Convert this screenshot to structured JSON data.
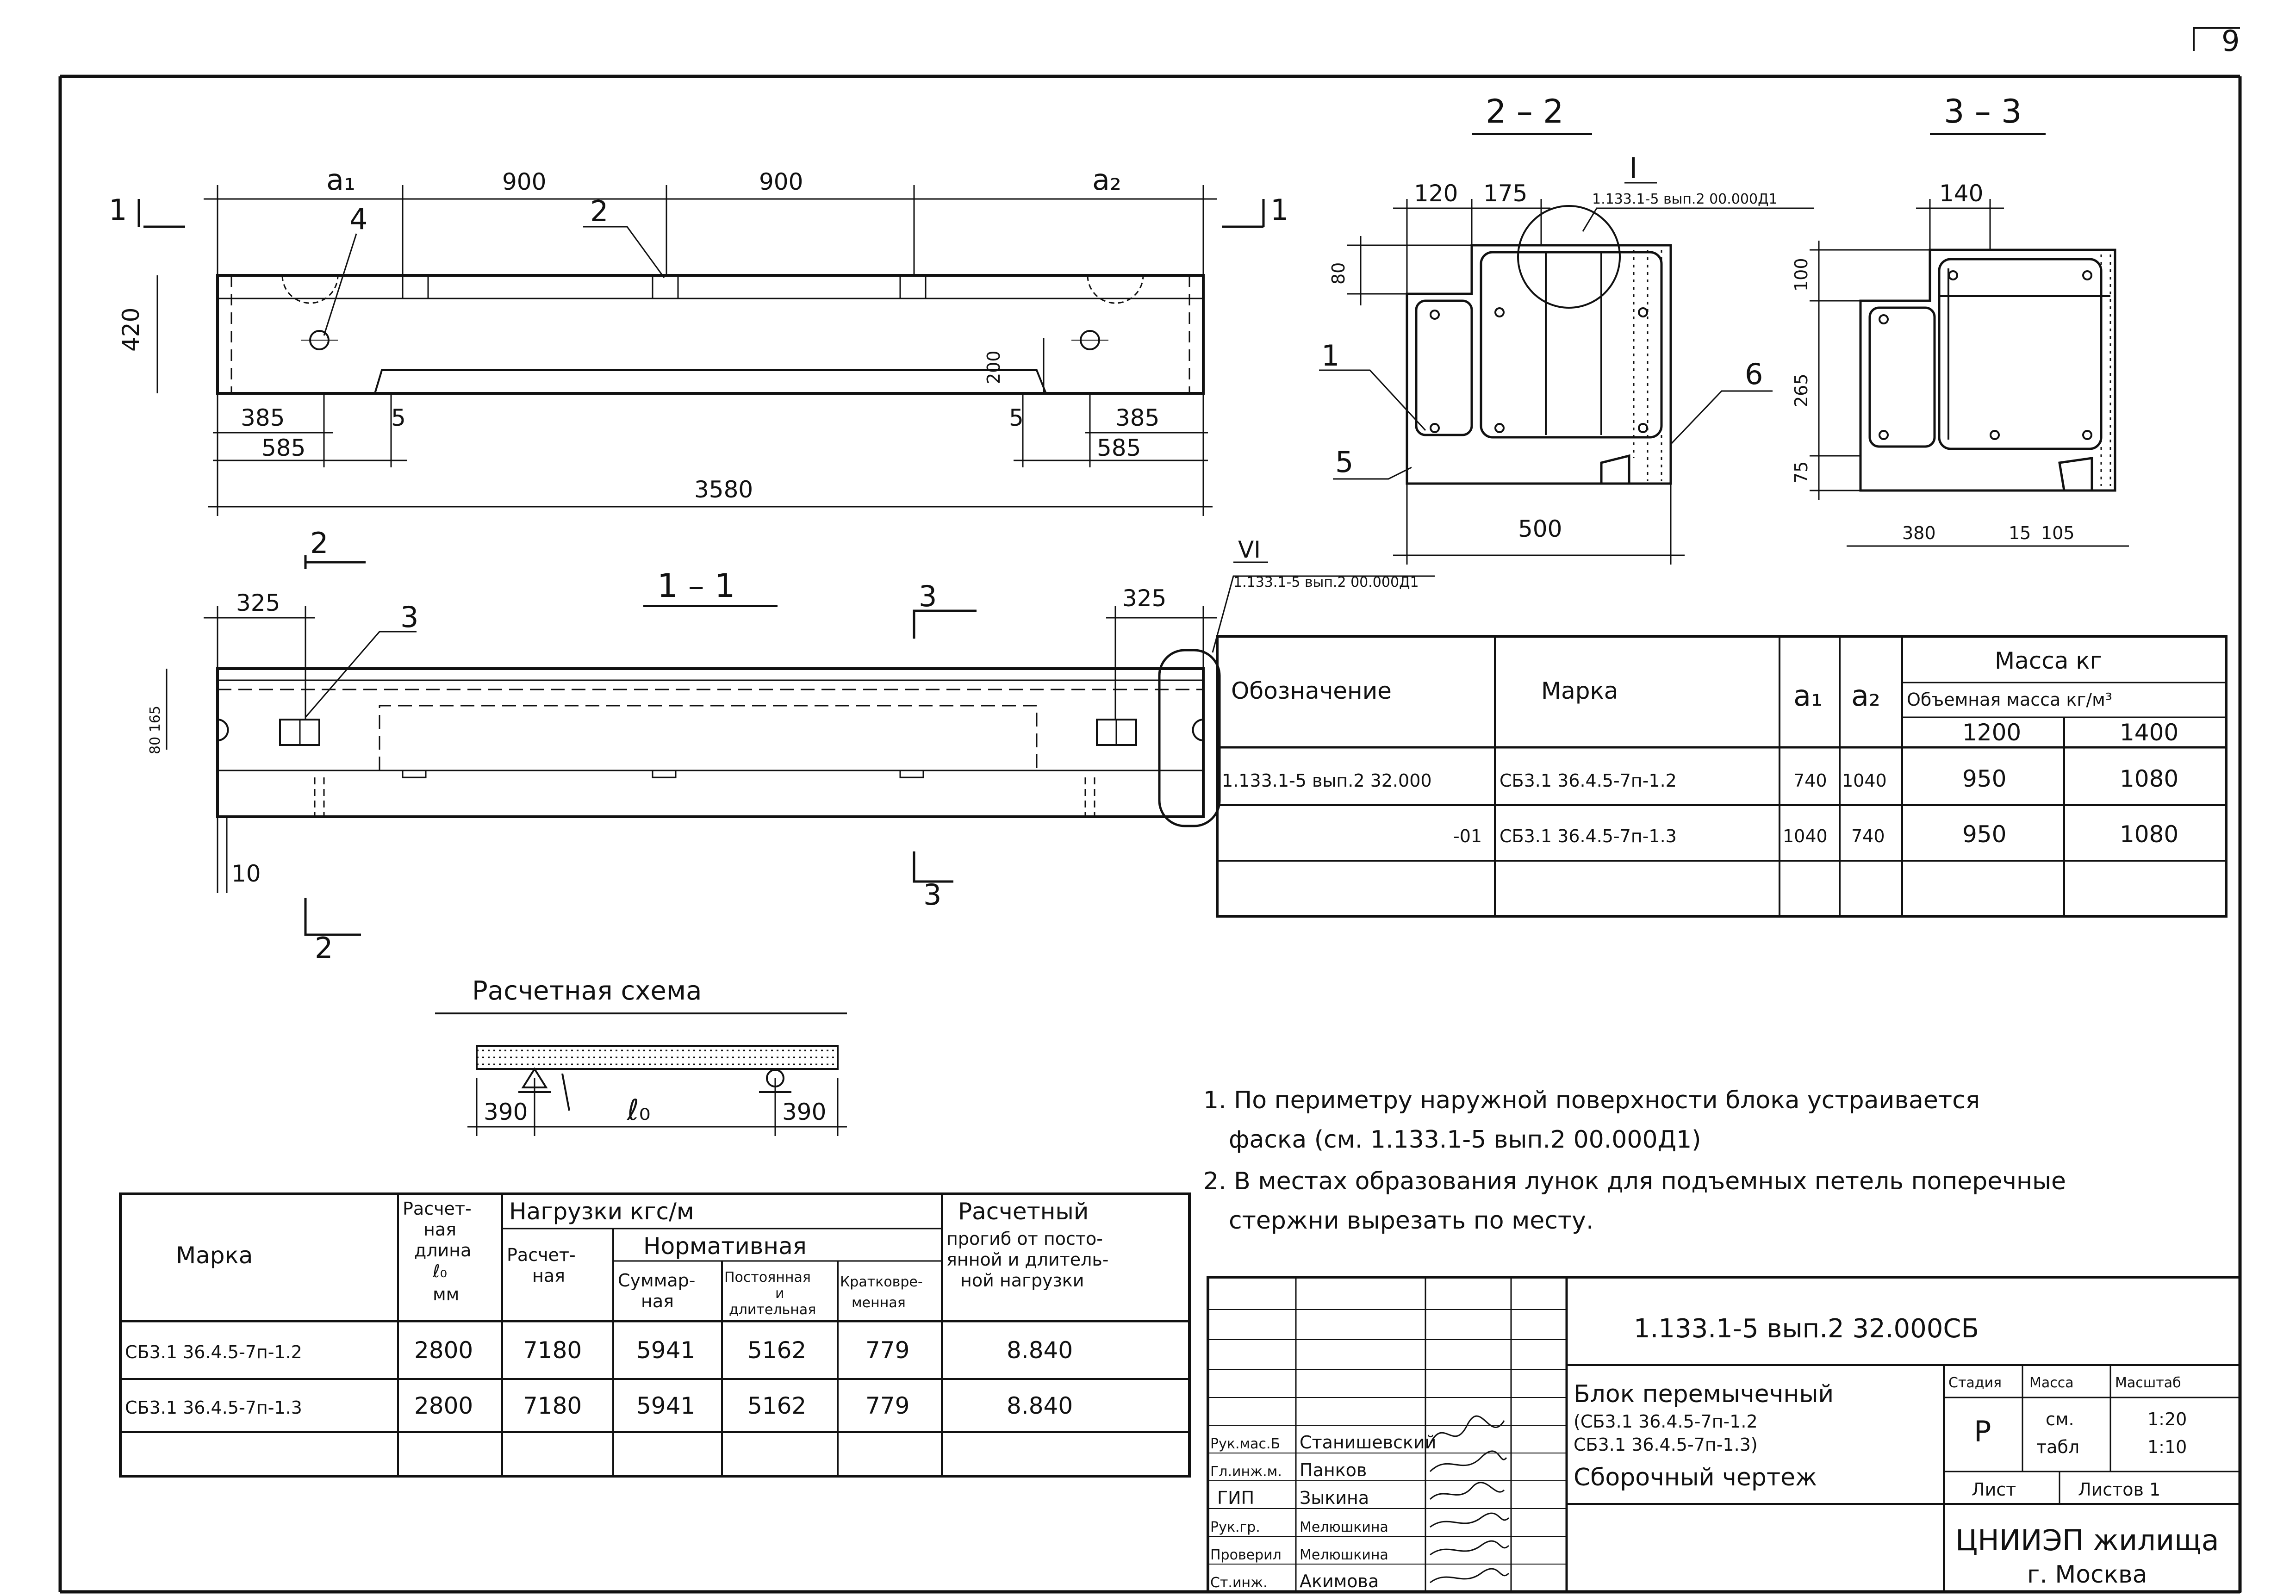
{
  "sheet_number": "9",
  "plan_view": {
    "dim_a1": "a₁",
    "dim_900_left": "900",
    "dim_900_right": "900",
    "dim_a2": "a₂",
    "dim_420": "420",
    "dim_200": "200",
    "dim_385_left": "385",
    "dim_585_left": "585",
    "dim_5_left": "5",
    "dim_5_right": "5",
    "dim_385_right": "385",
    "dim_585_right": "585",
    "dim_total": "3580",
    "cut_1_left": "1",
    "cut_1_right": "1",
    "pos_4": "4",
    "pos_2": "2"
  },
  "section_1_1": {
    "title": "1 – 1",
    "dim_325_left": "325",
    "dim_325_right": "325",
    "dim_165": "80 165",
    "dim_80": "80",
    "dim_10": "10",
    "pos_3": "3",
    "cut_2_top": "2",
    "cut_2_bottom": "2",
    "cut_3_top": "3",
    "cut_3_bottom": "3",
    "node_VI": "VI",
    "node_VI_ref": "1.133.1-5 вып.2 00.000Д1"
  },
  "section_2_2": {
    "title": "2 – 2",
    "node_I": "I",
    "node_I_ref": "1.133.1-5 вып.2 00.000Д1",
    "dim_120": "120",
    "dim_175": "175",
    "dim_80": "80",
    "dim_500": "500",
    "pos_1": "1",
    "pos_5": "5",
    "pos_6": "6"
  },
  "section_3_3": {
    "title": "3 – 3",
    "dim_140": "140",
    "dim_100": "100",
    "dim_265": "265",
    "dim_75": "75",
    "dim_380": "380",
    "dim_15": "15",
    "dim_105": "105"
  },
  "mass_table": {
    "headers": {
      "designation": "Обозначение",
      "mark": "Марка",
      "a1": "a₁",
      "a2": "a₂",
      "mass": "Масса  кг",
      "density": "Объемная масса кг/м³",
      "d1200": "1200",
      "d1400": "1400"
    },
    "rows": [
      {
        "designation": "1.133.1-5 вып.2 32.000",
        "mark": "СБ3.1 36.4.5-7п-1.2",
        "a1": "740",
        "a2": "1040",
        "m1200": "950",
        "m1400": "1080"
      },
      {
        "designation": "-01",
        "mark": "СБ3.1 36.4.5-7п-1.3",
        "a1": "1040",
        "a2": "740",
        "m1200": "950",
        "m1400": "1080"
      }
    ]
  },
  "scheme": {
    "title": "Расчетная схема",
    "dim_390_left": "390",
    "span": "ℓ₀",
    "dim_390_right": "390"
  },
  "load_table": {
    "headers": {
      "mark": "Марка",
      "length_l1": "Расчет-",
      "length_l2": "ная",
      "length_l3": "длина",
      "length_l4": "ℓ₀",
      "length_l5": "мм",
      "loads": "Нагрузки  кгс/м",
      "calc_l1": "Расчет-",
      "calc_l2": "ная",
      "normative": "Нормативная",
      "sum_l1": "Суммар-",
      "sum_l2": "ная",
      "perm_l1": "Постоянная",
      "perm_l2": "и",
      "perm_l3": "длительная",
      "short_l1": "Кратковре-",
      "short_l2": "менная",
      "defl_l1": "Расчетный",
      "defl_l2": "прогиб от посто-",
      "defl_l3": "янной и длитель-",
      "defl_l4": "ной нагрузки"
    },
    "rows": [
      {
        "mark": "СБ3.1 36.4.5-7п-1.2",
        "length": "2800",
        "calc": "7180",
        "sum": "5941",
        "perm": "5162",
        "short": "779",
        "defl": "8.840"
      },
      {
        "mark": "СБ3.1 36.4.5-7п-1.3",
        "length": "2800",
        "calc": "7180",
        "sum": "5941",
        "perm": "5162",
        "short": "779",
        "defl": "8.840"
      }
    ]
  },
  "notes": {
    "n1_line1": "1. По периметру наружной поверхности блока устраивается",
    "n1_line2": "фаска (см. 1.133.1-5 вып.2 00.000Д1)",
    "n2_line1": "2. В местах образования лунок для подъемных петель поперечные",
    "n2_line2": "стержни вырезать по месту."
  },
  "title_block": {
    "code": "1.133.1-5 вып.2  32.000СБ",
    "name_l1": "Блок перемычечный",
    "name_l2": "(СБ3.1 36.4.5-7п-1.2",
    "name_l3": "СБ3.1 36.4.5-7п-1.3)",
    "name_l4": "Сборочный чертеж",
    "stage_h": "Стадия",
    "mass_h": "Масса",
    "scale_h": "Масштаб",
    "stage": "Р",
    "mass_l1": "см.",
    "mass_l2": "табл",
    "scale_l1": "1:20",
    "scale_l2": "1:10",
    "sheet": "Лист",
    "sheets": "Листов 1",
    "org_l1": "ЦНИИЭП жилища",
    "org_l2": "г. Москва",
    "staff": [
      {
        "role": "Рук.мас.Б",
        "name": "Станишевский"
      },
      {
        "role": "Гл.инж.м.",
        "name": "Панков"
      },
      {
        "role": "ГИП",
        "name": "Зыкина"
      },
      {
        "role": "Рук.гр.",
        "name": "Мелюшкина"
      },
      {
        "role": "Проверил",
        "name": "Мелюшкина"
      },
      {
        "role": "Ст.инж.",
        "name": "Акимова"
      }
    ]
  }
}
